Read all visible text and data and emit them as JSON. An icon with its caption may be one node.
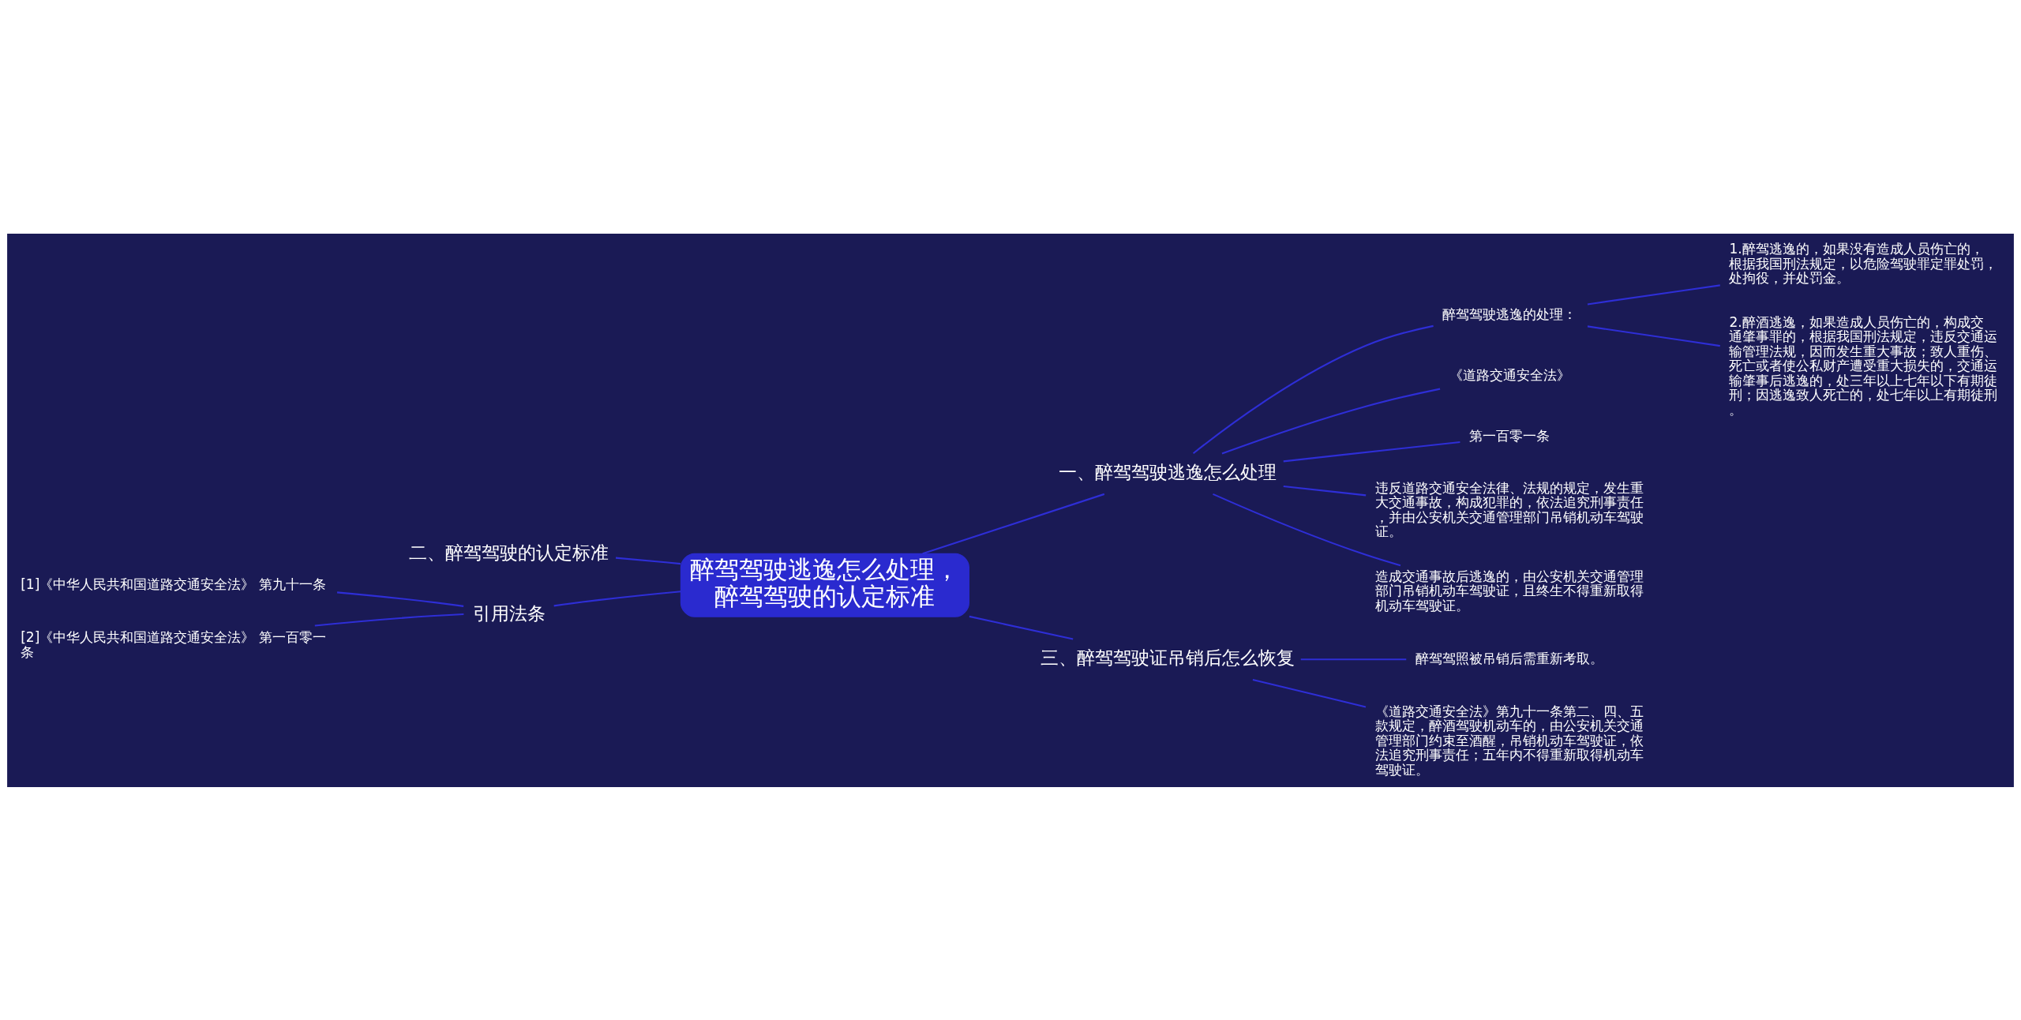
{
  "diagram": {
    "nodes": [
      {
        "text": [
          "醉驾驾驶逃逸怎么处理，醉驾驾驶的认定标准"
        ]
      },
      {
        "text": [
          "一、醉驾驾驶逃逸怎么处理"
        ]
      },
      {
        "text": [
          "醉驾驾驶逃逸的处理："
        ]
      },
      {
        "text": [
          "1.醉驾逃逸的，如果没有造成人员伤亡的，根据我国刑法规定，以危险驾驶罪定罪处罚，处拘役，并处罚金。"
        ]
      },
      {
        "text": [
          "2.醉酒逃逸，如果造成人员伤亡的，构成交通肇事罪的，根据我国刑法规定，违反交通运输管理法规，因而发生重大事故；致人重伤、死亡或者使公私财产遭受重大损失的，交通运输肇事后逃逸的，处三年以上七年以下有期徒刑；因逃逸致人死亡的，处七年以上有期徒刑。"
        ]
      },
      {
        "text": [
          "《道路交通安全法》"
        ]
      },
      {
        "text": [
          "第一百零一条"
        ]
      },
      {
        "text": [
          "违反道路交通安全法律、法规的规定，发生重大交通事故，构成犯罪的，依法追究刑事责任，并由公安机关交通管理部门吊销机动车驾驶证。"
        ]
      },
      {
        "text": [
          "造成交通事故后逃逸的，由公安机关交通管理部门吊销机动车驾驶证，且终生不得重新取得机动车驾驶证。"
        ]
      },
      {
        "text": [
          "三、醉驾驾驶证吊销后怎么恢复"
        ]
      },
      {
        "text": [
          "醉驾驾照被吊销后需重新考取。"
        ]
      },
      {
        "text": [
          "《道路交通安全法》第九十一条第二、四、五款规定，醉酒驾驶机动车的，由公安机关交通管理部门约束至酒醒，吊销机动车驾驶证，依法追究刑事责任；五年内不得重新取得机动车驾驶证。"
        ]
      },
      {
        "text": [
          "二、醉驾驾驶的认定标准"
        ]
      },
      {
        "text": [
          "引用法条"
        ]
      },
      {
        "text": [
          "[1]《中华人民共和国道路交通安全法》 第九十一条"
        ]
      },
      {
        "text": [
          "[2]《中华人民共和国道路交通安全法》 第一百零一条"
        ]
      }
    ],
    "edges": [
      {
        "from": 0,
        "to": 1,
        "arrow": "none"
      },
      {
        "from": 1,
        "to": 2,
        "arrow": "none"
      },
      {
        "from": 2,
        "to": 3,
        "arrow": "none"
      },
      {
        "from": 2,
        "to": 4,
        "arrow": "none"
      },
      {
        "from": 1,
        "to": 5,
        "arrow": "none"
      },
      {
        "from": 1,
        "to": 6,
        "arrow": "none"
      },
      {
        "from": 1,
        "to": 7,
        "arrow": "none"
      },
      {
        "from": 1,
        "to": 8,
        "arrow": "none"
      },
      {
        "from": 0,
        "to": 9,
        "arrow": "none"
      },
      {
        "from": 9,
        "to": 10,
        "arrow": "none"
      },
      {
        "from": 9,
        "to": 11,
        "arrow": "none"
      },
      {
        "from": 0,
        "to": 12,
        "arrow": "none"
      },
      {
        "from": 0,
        "to": 13,
        "arrow": "none"
      },
      {
        "from": 13,
        "to": 14,
        "arrow": "none"
      },
      {
        "from": 13,
        "to": 15,
        "arrow": "none"
      }
    ]
  }
}
